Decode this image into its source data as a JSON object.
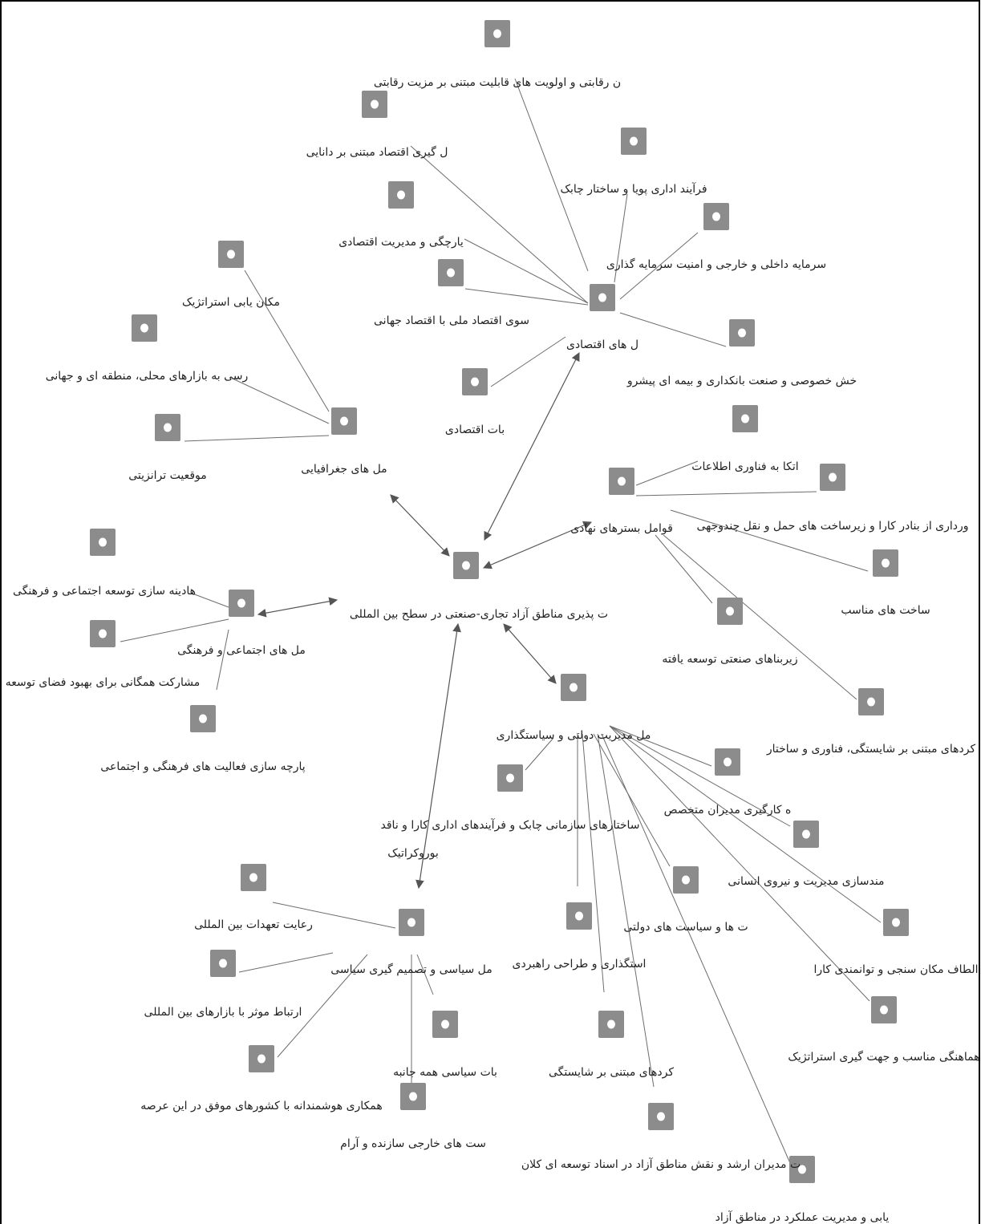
{
  "diagram": {
    "center": {
      "label": "ت پذیری مناطق آزاد تجاری-صنعتی در سطح بین المللی"
    },
    "nodes": {
      "n1": {
        "label": "ن رقابتی و اولویت های قابلیت مبتنی بر مزیت رقابتی"
      },
      "n2": {
        "label": "ل گیری اقتصاد مبتنی بر دانایی"
      },
      "n3": {
        "label": "فرآیند اداری پویا و ساختار چابک"
      },
      "n4": {
        "label": "یارچگی و مدیریت اقتصادی"
      },
      "n5": {
        "label": "سرمایه داخلی و خارجی و امنیت سرمایه گذاری"
      },
      "n6": {
        "label": "سوی اقتصاد ملی با اقتصاد جهانی"
      },
      "n7": {
        "label": "ل های اقتصادی"
      },
      "n8": {
        "label": "خش خصوصی و صنعت بانکداری و بیمه ای پیشرو"
      },
      "n9": {
        "label": "بات اقتصادی"
      },
      "n10": {
        "label": "مکان یابی استراتژیک"
      },
      "n11": {
        "label": "رسی به بازارهای محلی، منطقه ای و جهانی"
      },
      "n12": {
        "label": "موقعیت ترانزیتی"
      },
      "n13": {
        "label": "مل های جغرافیایی"
      },
      "n14": {
        "label": "اتکا به فناوری اطلاعات"
      },
      "n15": {
        "label": "ورداری از بنادر کارا و زیرساخت های حمل و نقل چندوجهی"
      },
      "n16": {
        "label": "قوامل بسترهای نهادی"
      },
      "n17": {
        "label": "ساخت های مناسب"
      },
      "n18": {
        "label": "زیربناهای صنعتی توسعه یافته"
      },
      "n19": {
        "label": "کردهای مبتنی بر شایستگی، فناوری و ساختار"
      },
      "n20": {
        "label": "هادینه سازی توسعه اجتماعی و فرهنگی"
      },
      "n21": {
        "label": "مل های اجتماعی و فرهنگی"
      },
      "n22": {
        "label": "مشارکت همگانی برای بهبود فضای توسعه"
      },
      "n23": {
        "label": "پارچه سازی فعالیت های فرهنگی و اجتماعی"
      },
      "n24": {
        "label": "مل مدیریت دولتی و سیاستگذاری"
      },
      "n25": {
        "label": "ساختارهای سازمانی چابک و فرآیندهای اداری کارا و ناقد"
      },
      "n25b": {
        "label": "بوروکراتیک"
      },
      "n26": {
        "label": "ه کارگیری مدیران متخصص"
      },
      "n27": {
        "label": "مندسازی مدیریت و نیروی انسانی"
      },
      "n28": {
        "label": "ت ها و سیاست های دولتی"
      },
      "n29": {
        "label": "رعایت تعهدات بین المللی"
      },
      "n30": {
        "label": "مل سیاسی و تصمیم گیری سیاسی"
      },
      "n31": {
        "label": "استگذاری و طراحی راهبردی"
      },
      "n32": {
        "label": "الطاف مکان سنجی و توانمندی کارا"
      },
      "n33": {
        "label": "ارتباط موثر با بازارهای بین المللی"
      },
      "n34": {
        "label": "بات سیاسی همه جانبه"
      },
      "n35": {
        "label": "کردهای مبتنی بر شایستگی"
      },
      "n36": {
        "label": "هماهنگی مناسب و جهت گیری استراتژیک"
      },
      "n37": {
        "label": "همکاری هوشمندانه با کشورهای موفق در این عرصه"
      },
      "n38": {
        "label": "ست های خارجی سازنده و آرام"
      },
      "n39": {
        "label": "ت مدیران ارشد و نقش مناطق آزاد در اسناد توسعه ای کلان"
      },
      "n40": {
        "label": "یابی و مدیریت عملکرد در مناطق آزاد"
      }
    }
  },
  "colors": {
    "node": "#8c8c8c",
    "line": "#6d6d6d",
    "text": "#222222",
    "border": "#000000"
  }
}
